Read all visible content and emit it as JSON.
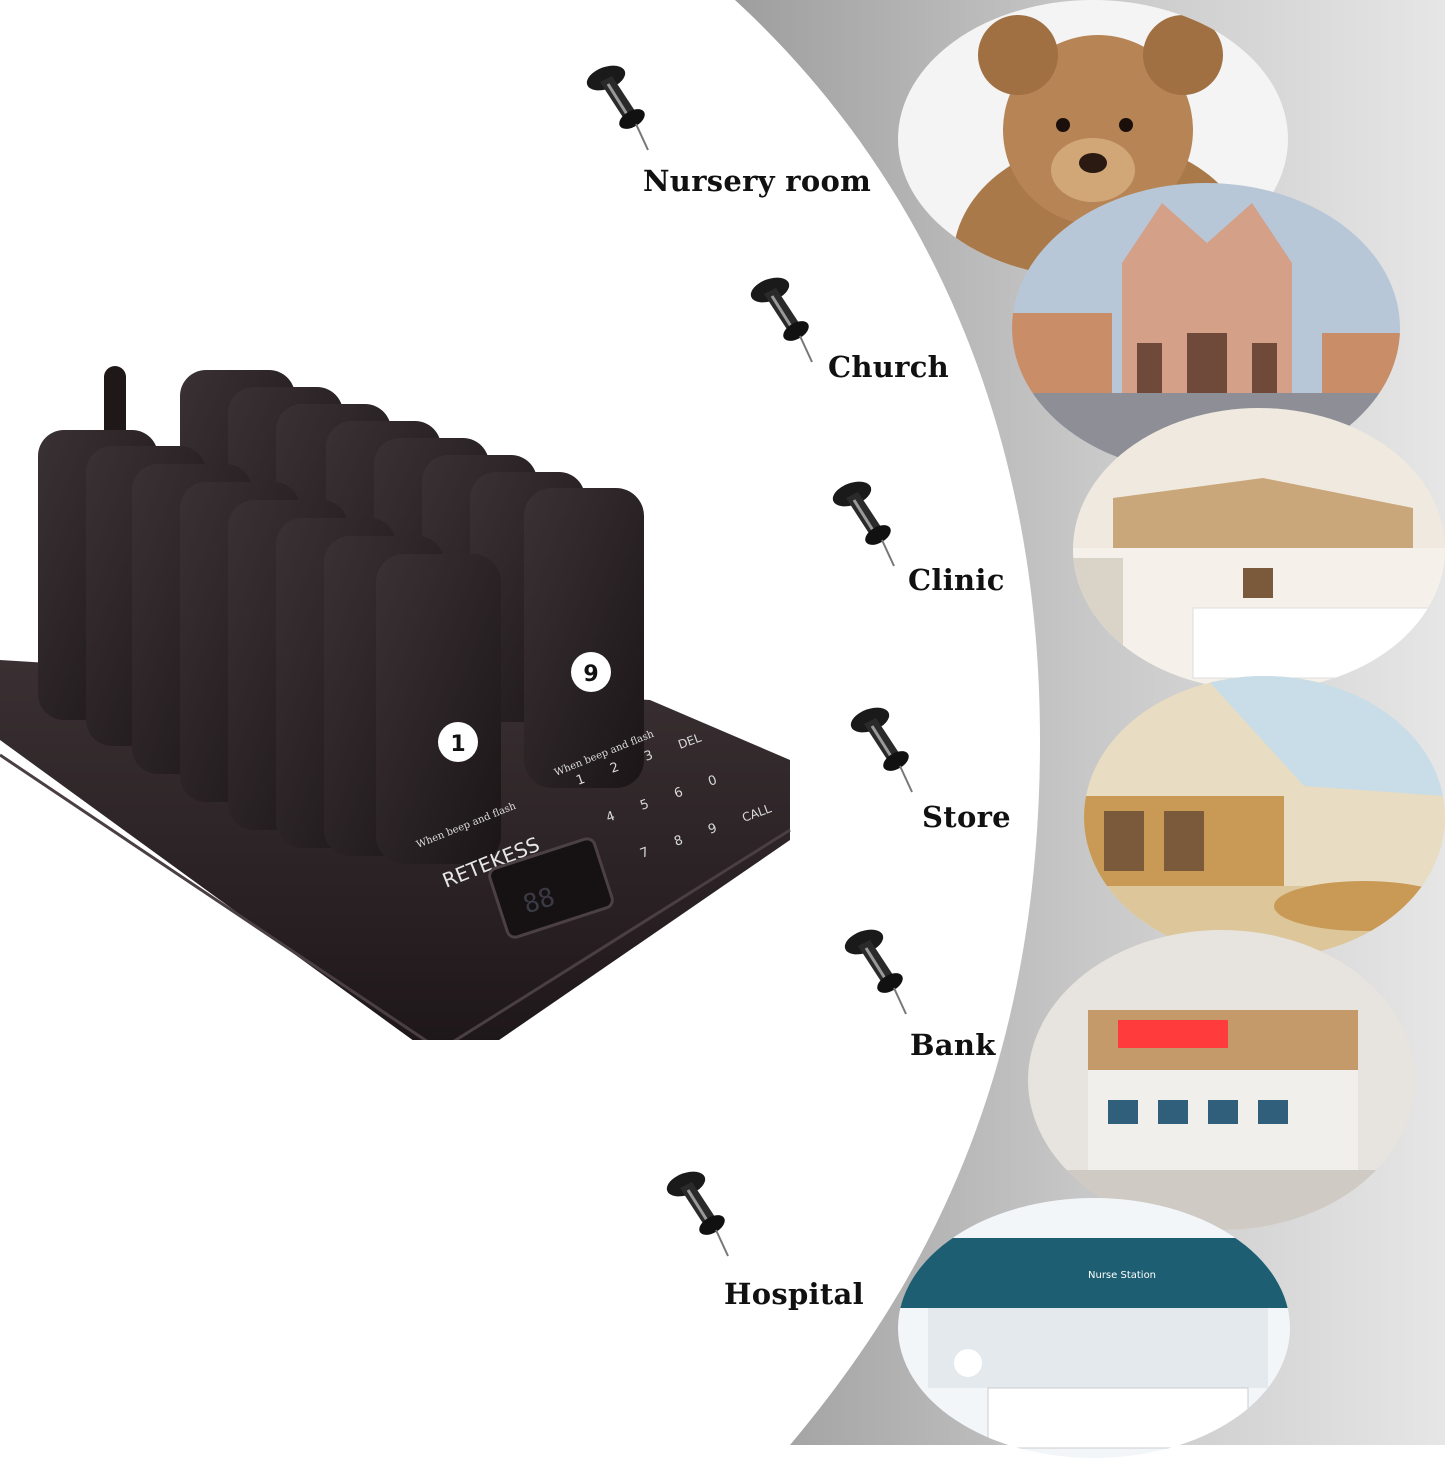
{
  "brand": {
    "name": "RETEKESS",
    "pager_caption": "When beep and flash"
  },
  "keypad": {
    "keys": [
      "1",
      "2",
      "3",
      "DEL",
      "4",
      "5",
      "6",
      "0",
      "7",
      "8",
      "9",
      "CALL"
    ]
  },
  "pagers": {
    "front_numbers": [
      "1",
      "9"
    ]
  },
  "locations": [
    {
      "label": "Nursery room",
      "icon": "push-pin-icon"
    },
    {
      "label": "Church",
      "icon": "push-pin-icon"
    },
    {
      "label": "Clinic",
      "icon": "push-pin-icon"
    },
    {
      "label": "Store",
      "icon": "push-pin-icon"
    },
    {
      "label": "Bank",
      "icon": "push-pin-icon"
    },
    {
      "label": "Hospital",
      "icon": "push-pin-icon"
    }
  ],
  "colors": {
    "device_body": "#2b2124",
    "label_text": "#111111",
    "arc_gray": "#a9a9a9"
  }
}
